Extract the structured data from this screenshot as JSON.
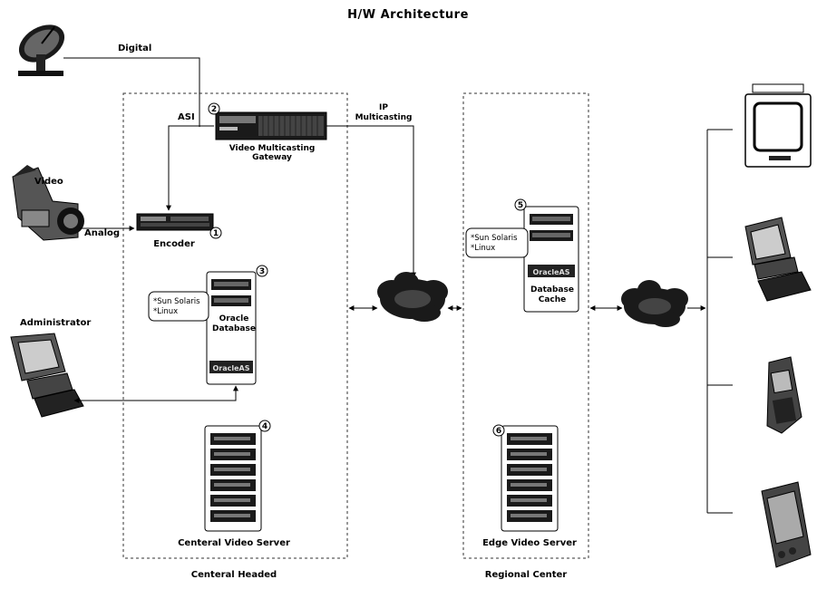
{
  "title": "H/W Architecture",
  "labels": {
    "digital": "Digital",
    "asi": "ASI",
    "video": "Video",
    "analog": "Analog",
    "encoder": "Encoder",
    "gateway_line1": "Video Multicasting",
    "gateway_line2": "Gateway",
    "ip_line1": "IP",
    "ip_line2": "Multicasting",
    "administrator": "Administrator",
    "oracle_line1": "Oracle",
    "oracle_line2": "Database",
    "db_cache_line1": "Database",
    "db_cache_line2": "Cache",
    "central_video_server": "Centeral Video Server",
    "edge_video_server": "Edge Video Server",
    "central_headed": "Centeral Headed",
    "regional_center": "Regional Center",
    "oracle_as": "OracleAS"
  },
  "os_notes": {
    "line1": "*Sun Solaris",
    "line2": "*Linux"
  },
  "badges": {
    "encoder": "1",
    "gateway": "2",
    "oracle_db": "3",
    "central_server": "4",
    "db_cache": "5",
    "edge_server": "6"
  }
}
